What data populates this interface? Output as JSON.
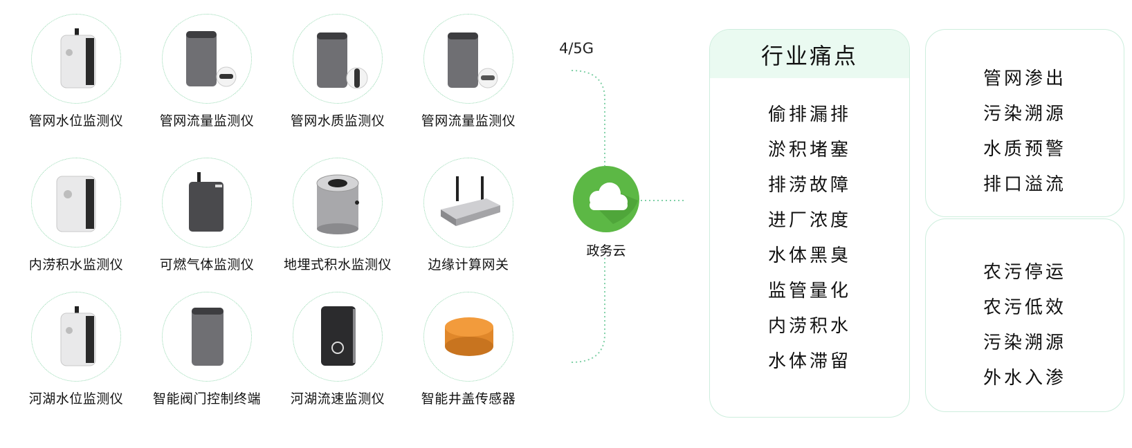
{
  "devices": [
    {
      "label": "管网水位监测仪",
      "icon": "white-box-antenna-icon"
    },
    {
      "label": "管网流量监测仪",
      "icon": "gray-box-probe-icon"
    },
    {
      "label": "管网水质监测仪",
      "icon": "gray-box-sensor-icon"
    },
    {
      "label": "管网流量监测仪",
      "icon": "gray-box-probe-icon"
    },
    {
      "label": "内涝积水监测仪",
      "icon": "white-box-icon"
    },
    {
      "label": "可燃气体监测仪",
      "icon": "dark-box-antenna-icon"
    },
    {
      "label": "地埋式积水监测仪",
      "icon": "cylinder-sensor-icon"
    },
    {
      "label": "边缘计算网关",
      "icon": "router-icon"
    },
    {
      "label": "河湖水位监测仪",
      "icon": "white-box-antenna-icon"
    },
    {
      "label": "智能阀门控制终端",
      "icon": "gray-box-icon"
    },
    {
      "label": "河湖流速监测仪",
      "icon": "black-panel-icon"
    },
    {
      "label": "智能井盖传感器",
      "icon": "orange-disc-icon"
    }
  ],
  "network": {
    "label": "4/5G"
  },
  "cloud": {
    "label": "政务云",
    "color": "#5cb845"
  },
  "pain_points": {
    "title": "行业痛点",
    "items": [
      "偷排漏排",
      "淤积堵塞",
      "排涝故障",
      "进厂浓度",
      "水体黑臭",
      "监管量化",
      "内涝积水",
      "水体滞留"
    ]
  },
  "group_a": {
    "items": [
      "管网渗出",
      "污染溯源",
      "水质预警",
      "排口溢流"
    ]
  },
  "group_b": {
    "items": [
      "农污停运",
      "农污低效",
      "污染溯源",
      "外水入渗"
    ]
  },
  "colors": {
    "accent": "#8fd7ad",
    "card_border": "#cdeedd",
    "card_head": "#eafaf1"
  }
}
